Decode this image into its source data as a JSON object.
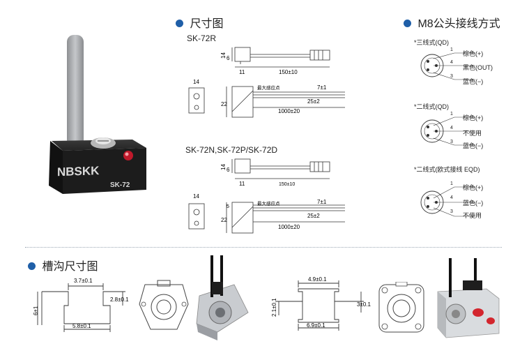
{
  "headings": {
    "size_chart": "尺寸图",
    "m8_wiring": "M8公头接线方式",
    "slot_size": "槽沟尺寸图"
  },
  "product": {
    "brand": "NBSKK",
    "model": "SK-72"
  },
  "models": {
    "sk72r": "SK-72R",
    "sk72n": "SK-72N,SK-72P/SK-72D"
  },
  "dims": {
    "d14": "14",
    "d6": "6",
    "d11": "11",
    "d150": "150±10",
    "d7": "7±1",
    "d25": "25±2",
    "d22": "22",
    "d1000": "1000±20",
    "d5": "5",
    "max_sense": "最大感应点"
  },
  "wiring": {
    "three_wire_qd": {
      "title": "*三线式(QD)",
      "pins": [
        {
          "num": "1",
          "label": "棕色(+)"
        },
        {
          "num": "4",
          "label": "黑色(OUT)"
        },
        {
          "num": "3",
          "label": "蓝色(−)"
        }
      ]
    },
    "two_wire_qd": {
      "title": "*二线式(QD)",
      "pins": [
        {
          "num": "1",
          "label": "棕色(+)"
        },
        {
          "num": "4",
          "label": "不使用"
        },
        {
          "num": "3",
          "label": "蓝色(−)"
        }
      ]
    },
    "two_wire_eqd": {
      "title": "*二线式(欧式接线 EQD)",
      "pins": [
        {
          "num": "1",
          "label": "棕色(+)"
        },
        {
          "num": "4",
          "label": "蓝色(−)"
        },
        {
          "num": "3",
          "label": "不使用"
        }
      ]
    }
  },
  "slot1": {
    "top": "3.7±0.1",
    "height": "6±1",
    "depth": "2.8±0.1",
    "bottom": "5.8±0.1"
  },
  "slot2": {
    "top": "4.9±0.1",
    "height": "2.1±0.1",
    "depth": "3±0.1",
    "bottom": "6.9±0.1"
  },
  "colors": {
    "accent": "#1f5fa8",
    "sensor_body": "#1e1e1e",
    "led": "#c0192b",
    "cable": "#a9abae",
    "port": "#d3262e"
  }
}
